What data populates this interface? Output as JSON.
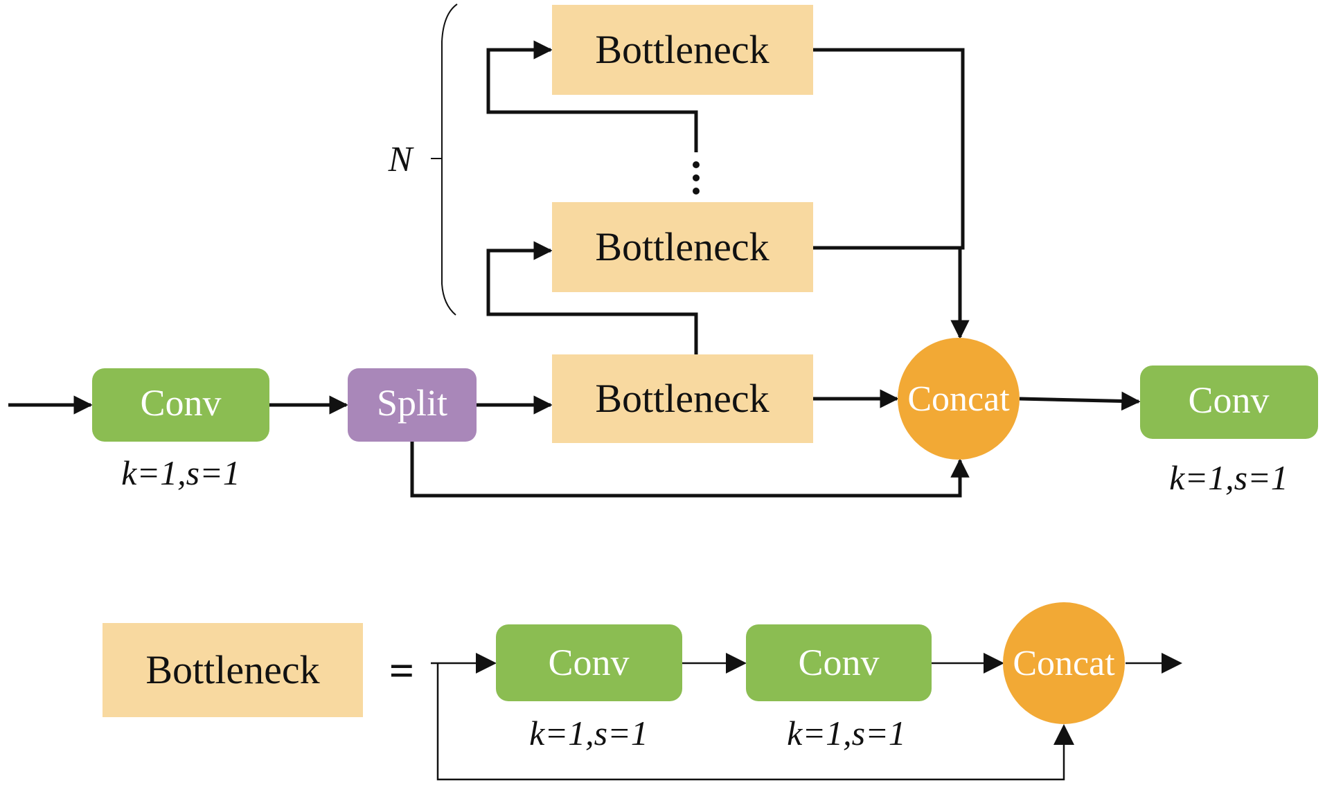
{
  "colors": {
    "conv": "#8bbd52",
    "split": "#a987b9",
    "bottleneck": "#f8d9a0",
    "concat": "#f2a935",
    "line": "#111111",
    "node_text_light": "#ffffff",
    "node_text_dark": "#111111"
  },
  "top": {
    "input_conv": {
      "label": "Conv",
      "params": "k=1,s=1"
    },
    "split": {
      "label": "Split"
    },
    "bottlenecks": [
      {
        "label": "Bottleneck"
      },
      {
        "label": "Bottleneck"
      },
      {
        "label": "Bottleneck"
      }
    ],
    "ellipsis": "⋮",
    "repeat_label": "N",
    "concat": {
      "label": "Concat"
    },
    "output_conv": {
      "label": "Conv",
      "params": "k=1,s=1"
    }
  },
  "bottom": {
    "definition_box": {
      "label": "Bottleneck"
    },
    "equals": "=",
    "conv1": {
      "label": "Conv",
      "params": "k=1,s=1"
    },
    "conv2": {
      "label": "Conv",
      "params": "k=1,s=1"
    },
    "concat": {
      "label": "Concat"
    }
  }
}
